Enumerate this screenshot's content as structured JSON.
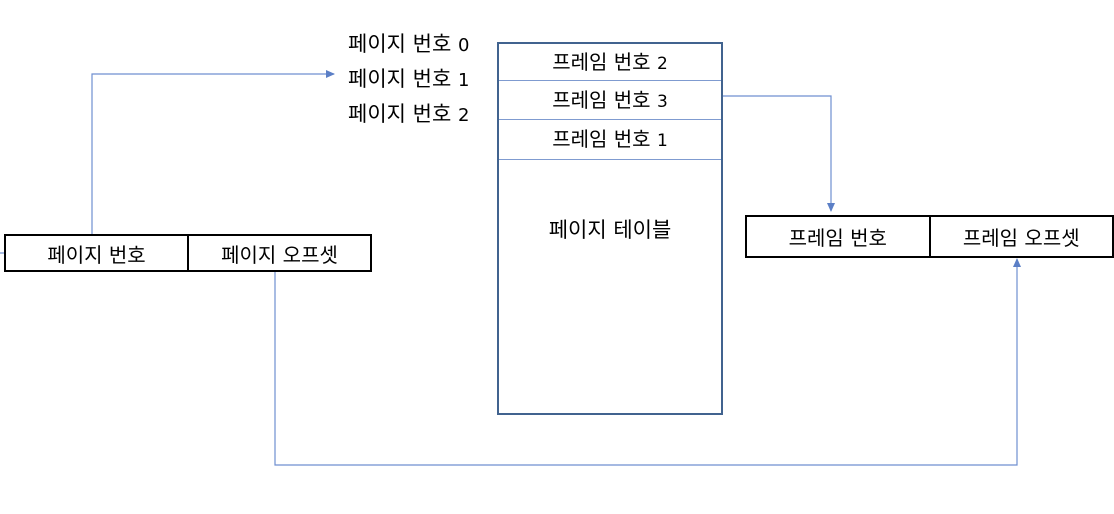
{
  "page_numbers": [
    {
      "label": "페이지 번호",
      "num": "0"
    },
    {
      "label": "페이지 번호",
      "num": "1"
    },
    {
      "label": "페이지 번호",
      "num": "2"
    }
  ],
  "page_table": {
    "title": "페이지 테이블",
    "rows": [
      {
        "label": "프레임 번호",
        "num": "2"
      },
      {
        "label": "프레임 번호",
        "num": "3"
      },
      {
        "label": "프레임 번호",
        "num": "1"
      }
    ]
  },
  "logical_address": {
    "page_number": "페이지 번호",
    "page_offset": "페이지 오프셋"
  },
  "physical_address": {
    "frame_number": "프레임 번호",
    "frame_offset": "프레임 오프셋"
  },
  "colors": {
    "arrow": "#6f8fd0",
    "table_border": "#41638f",
    "row_divider": "#7f9bd0"
  }
}
